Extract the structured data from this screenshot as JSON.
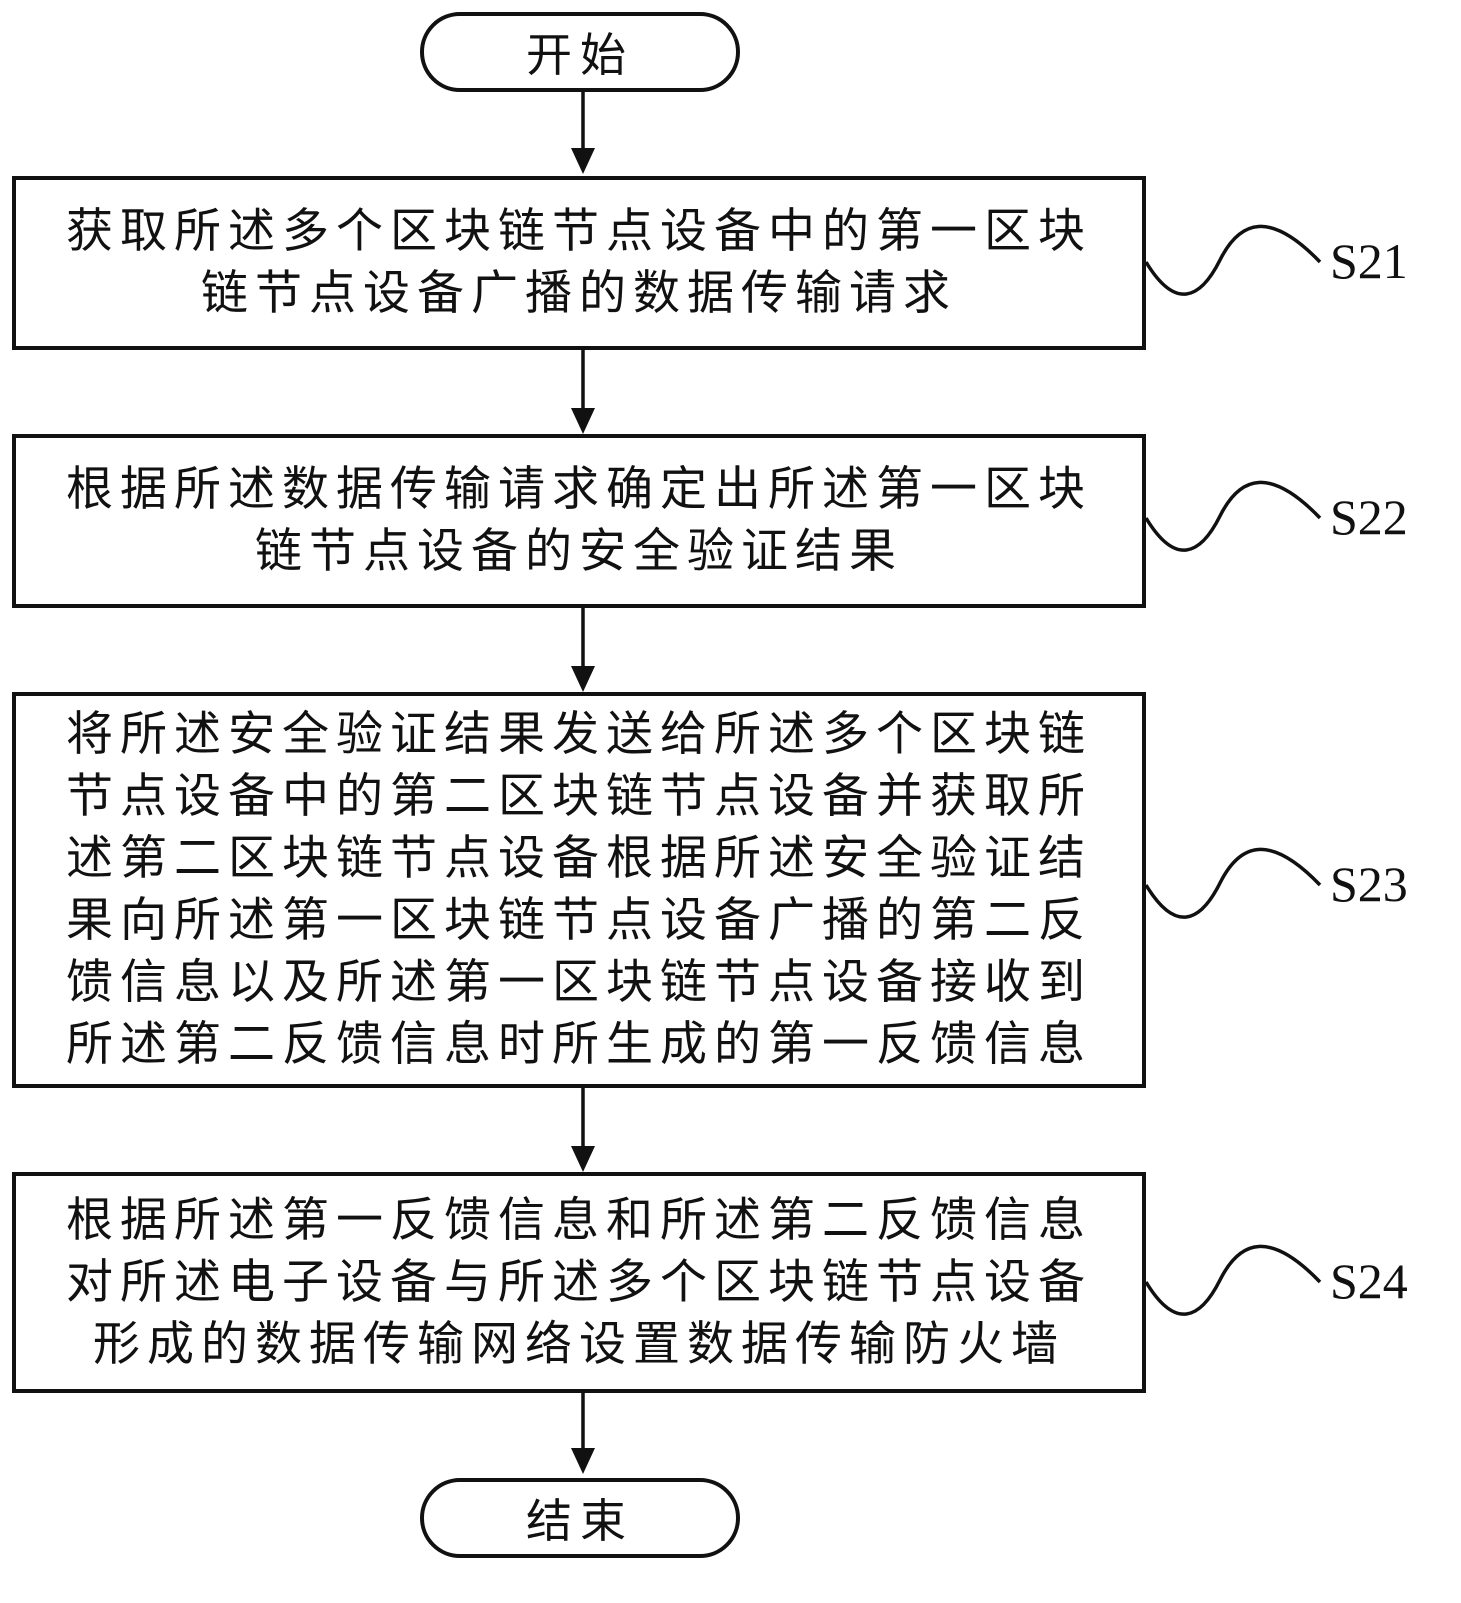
{
  "start_label": "开始",
  "end_label": "结束",
  "steps": [
    {
      "id": "S21",
      "lines": [
        "获取所述多个区块链节点设备中的第一区块",
        "链节点设备广播的数据传输请求"
      ]
    },
    {
      "id": "S22",
      "lines": [
        "根据所述数据传输请求确定出所述第一区块",
        "链节点设备的安全验证结果"
      ]
    },
    {
      "id": "S23",
      "lines": [
        "将所述安全验证结果发送给所述多个区块链",
        "节点设备中的第二区块链节点设备并获取所",
        "述第二区块链节点设备根据所述安全验证结",
        "果向所述第一区块链节点设备广播的第二反",
        "馈信息以及所述第一区块链节点设备接收到",
        "所述第二反馈信息时所生成的第一反馈信息"
      ]
    },
    {
      "id": "S24",
      "lines": [
        "根据所述第一反馈信息和所述第二反馈信息",
        "对所述电子设备与所述多个区块链节点设备",
        "形成的数据传输网络设置数据传输防火墙"
      ]
    }
  ]
}
